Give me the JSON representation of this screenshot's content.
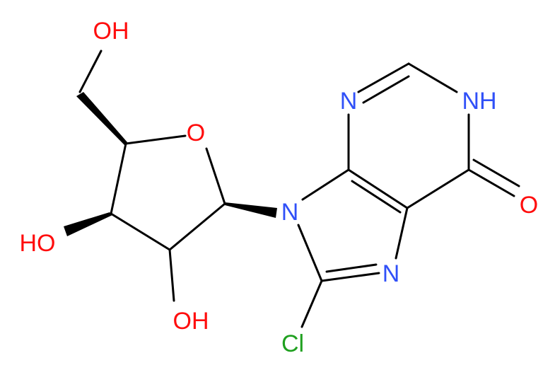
{
  "molecule": {
    "atoms": {
      "oh_top": "OH",
      "o_ring": "O",
      "ho_left": "HO",
      "oh_bottom": "OH",
      "n9": "N",
      "n3": "N",
      "n1h": "NH",
      "o6": "O",
      "n7": "N",
      "cl": "Cl"
    },
    "colors": {
      "oxygen": "#ff0d0d",
      "nitrogen": "#3050f8",
      "chlorine": "#1fa01f",
      "bond": "#000000"
    }
  }
}
